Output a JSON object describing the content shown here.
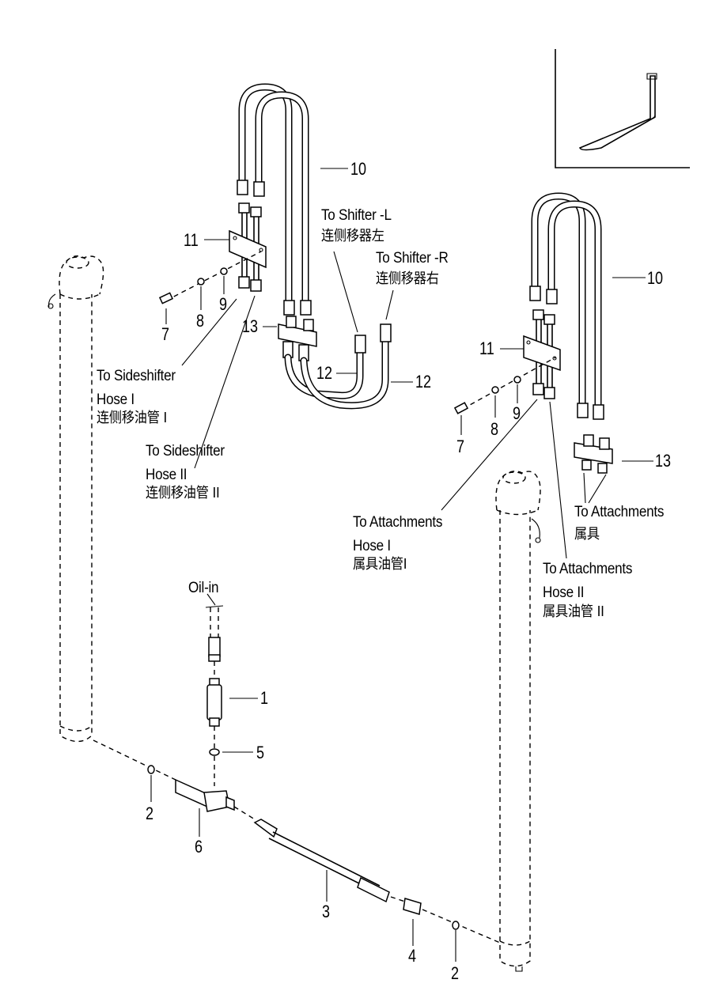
{
  "diagram": {
    "type": "exploded-parts-view",
    "subject": "Fork attachment hydraulic hose routing",
    "callouts": {
      "p1": "1",
      "p2a": "2",
      "p2b": "2",
      "p3": "3",
      "p4": "4",
      "p5": "5",
      "p6": "6",
      "p7a": "7",
      "p7b": "7",
      "p8a": "8",
      "p8b": "8",
      "p9a": "9",
      "p9b": "9",
      "p10a": "10",
      "p10b": "10",
      "p11a": "11",
      "p11b": "11",
      "p12a": "12",
      "p12b": "12",
      "p13a": "13",
      "p13b": "13"
    },
    "labels": {
      "oil_in": "Oil-in",
      "shifter_l_en": "To Shifter -L",
      "shifter_l_cn": "连侧移器左",
      "shifter_r_en": "To Shifter -R",
      "shifter_r_cn": "连侧移器右",
      "sideshifter_1_en1": "To Sideshifter",
      "sideshifter_1_en2": "Hose I",
      "sideshifter_1_cn": "连侧移油管 I",
      "sideshifter_2_en1": "To Sideshifter",
      "sideshifter_2_en2": "Hose II",
      "sideshifter_2_cn": "连侧移油管 II",
      "attach_1_en1": "To Attachments",
      "attach_1_en2": "Hose I",
      "attach_1_cn": "属具油管I",
      "attach_2_en1": "To Attachments",
      "attach_2_en2": "Hose II",
      "attach_2_cn": "属具油管 II",
      "attach_en": "To Attachments",
      "attach_cn": "属具"
    },
    "inset": {
      "name": "fork-thumbnail"
    }
  }
}
